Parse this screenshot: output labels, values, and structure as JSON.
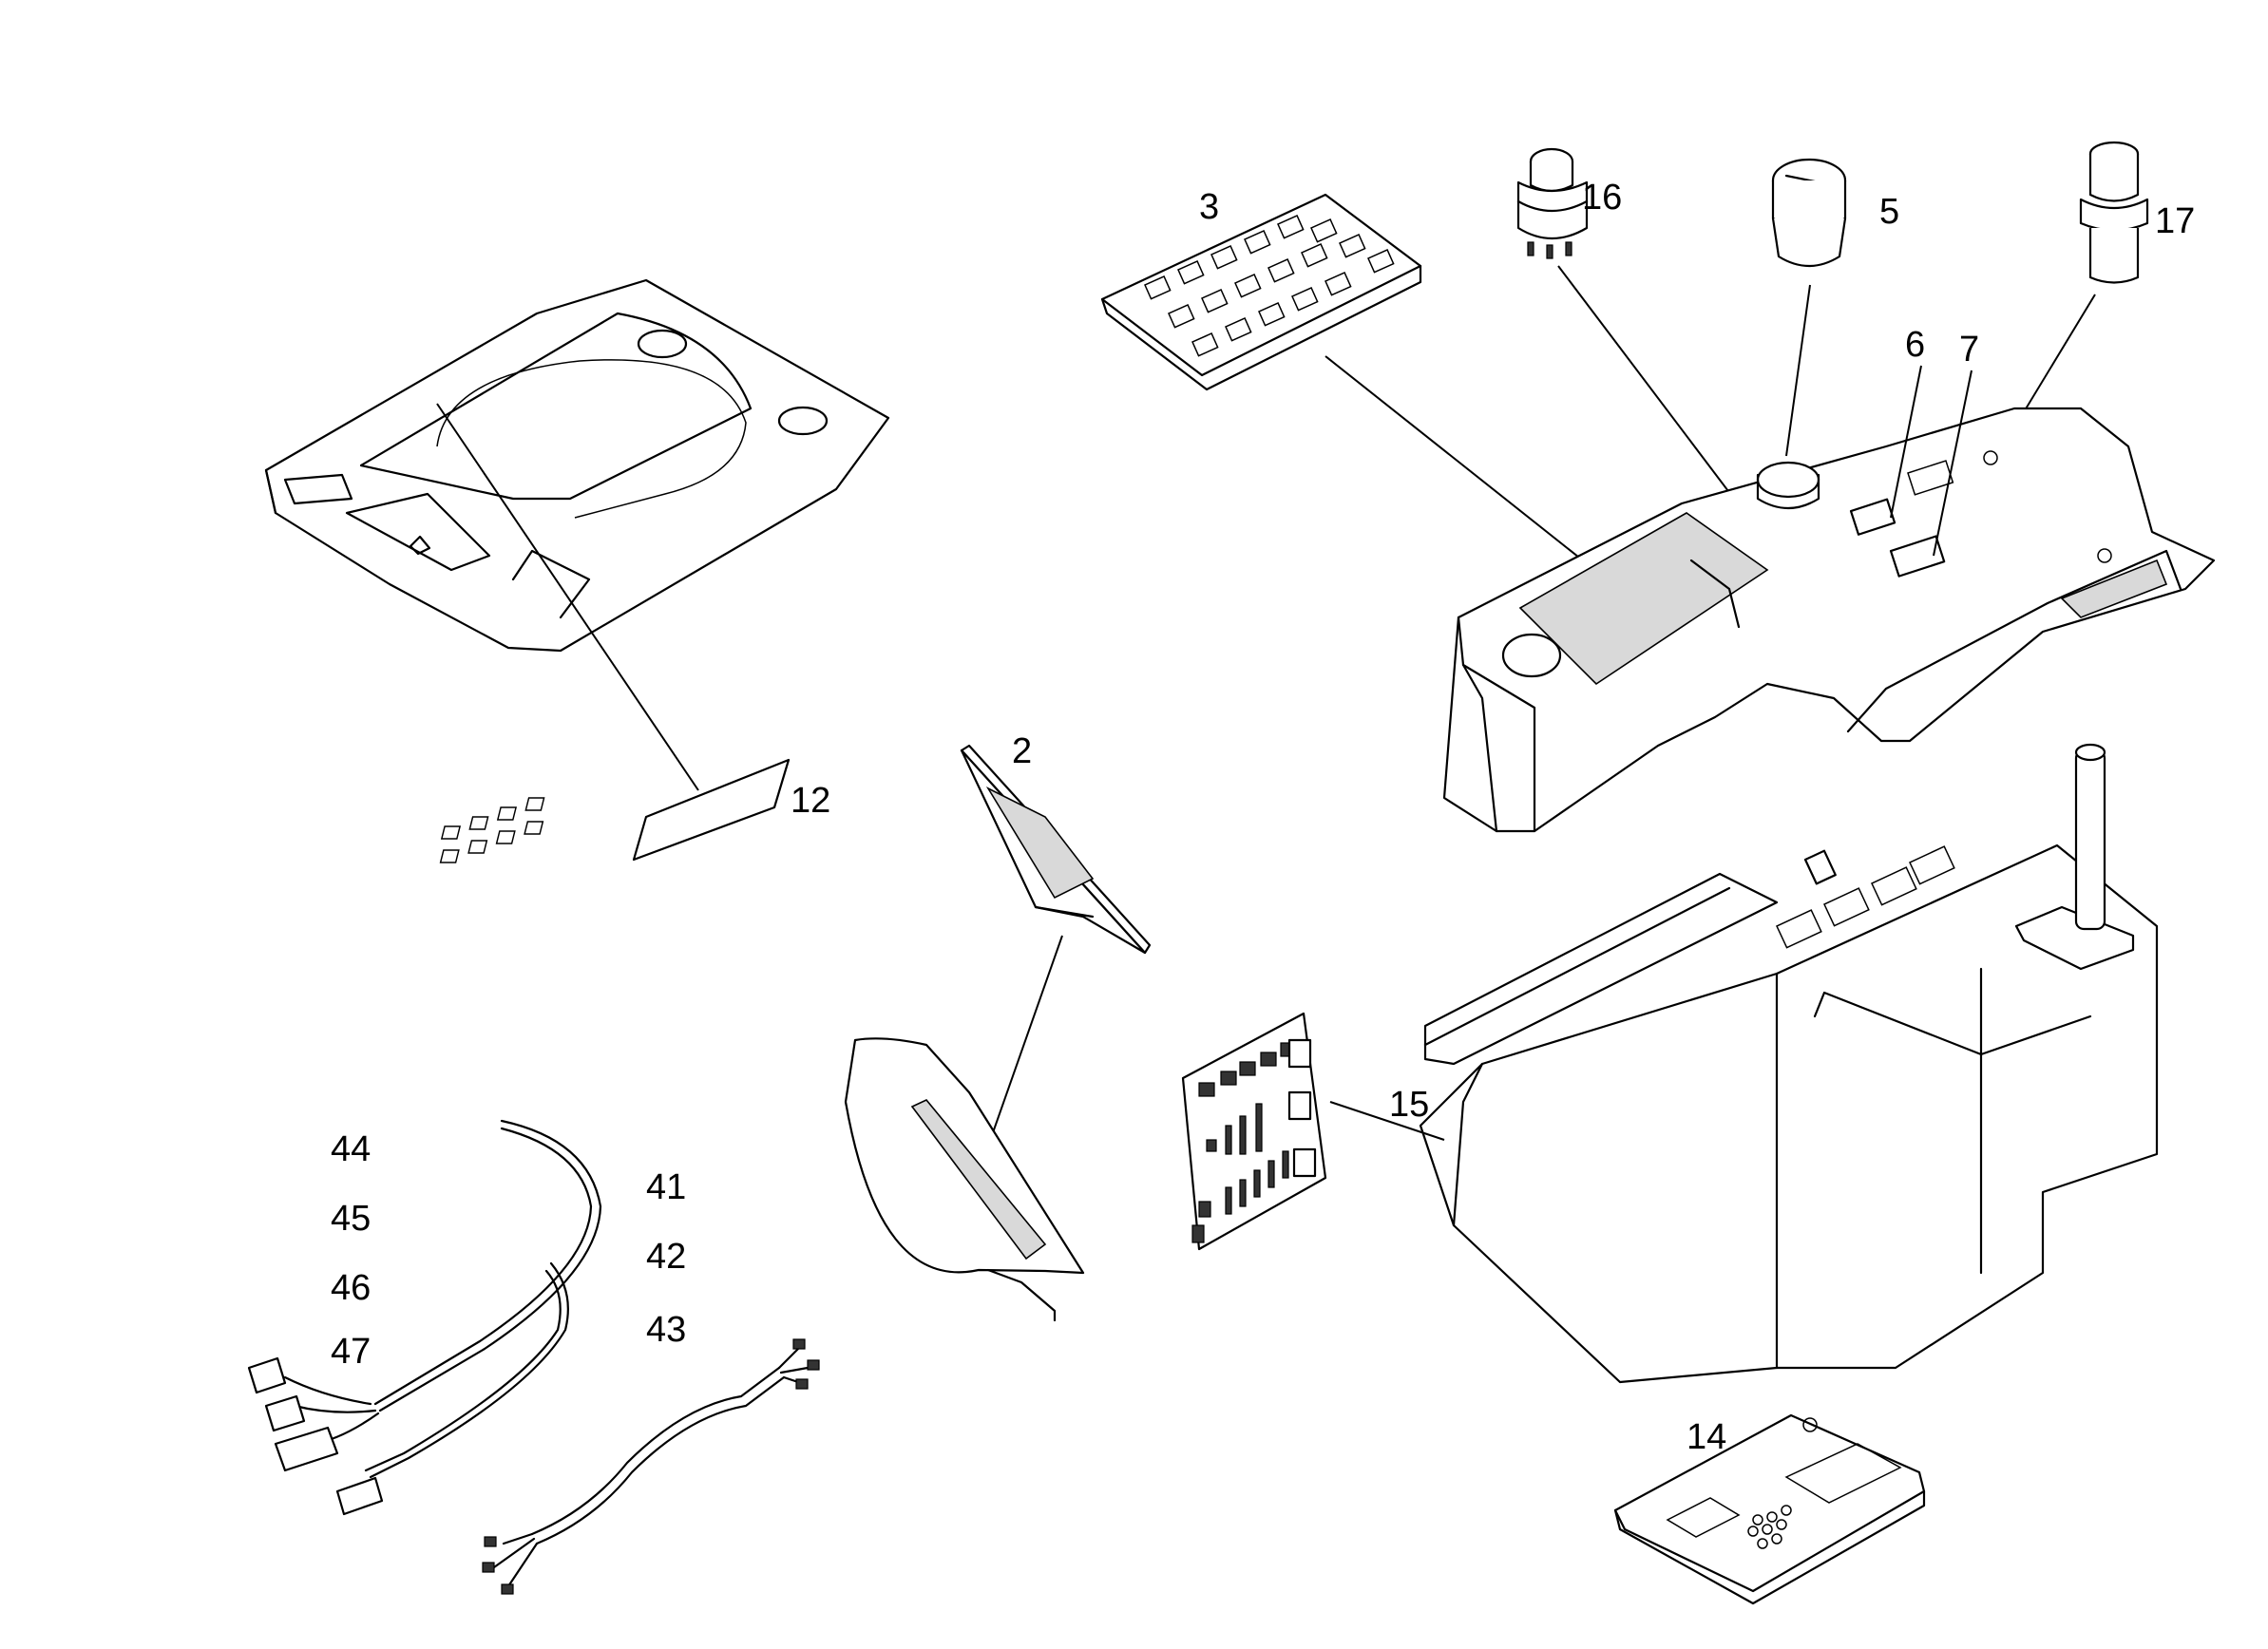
{
  "callouts": [
    {
      "id": "2",
      "text": "2"
    },
    {
      "id": "3",
      "text": "3"
    },
    {
      "id": "5",
      "text": "5"
    },
    {
      "id": "6",
      "text": "6"
    },
    {
      "id": "7",
      "text": "7"
    },
    {
      "id": "12",
      "text": "12"
    },
    {
      "id": "14",
      "text": "14"
    },
    {
      "id": "15",
      "text": "15"
    },
    {
      "id": "16",
      "text": "16"
    },
    {
      "id": "17",
      "text": "17"
    },
    {
      "id": "41",
      "text": "41"
    },
    {
      "id": "42",
      "text": "42"
    },
    {
      "id": "43",
      "text": "43"
    },
    {
      "id": "44",
      "text": "44"
    },
    {
      "id": "45",
      "text": "45"
    },
    {
      "id": "46",
      "text": "46"
    },
    {
      "id": "47",
      "text": "47"
    }
  ]
}
